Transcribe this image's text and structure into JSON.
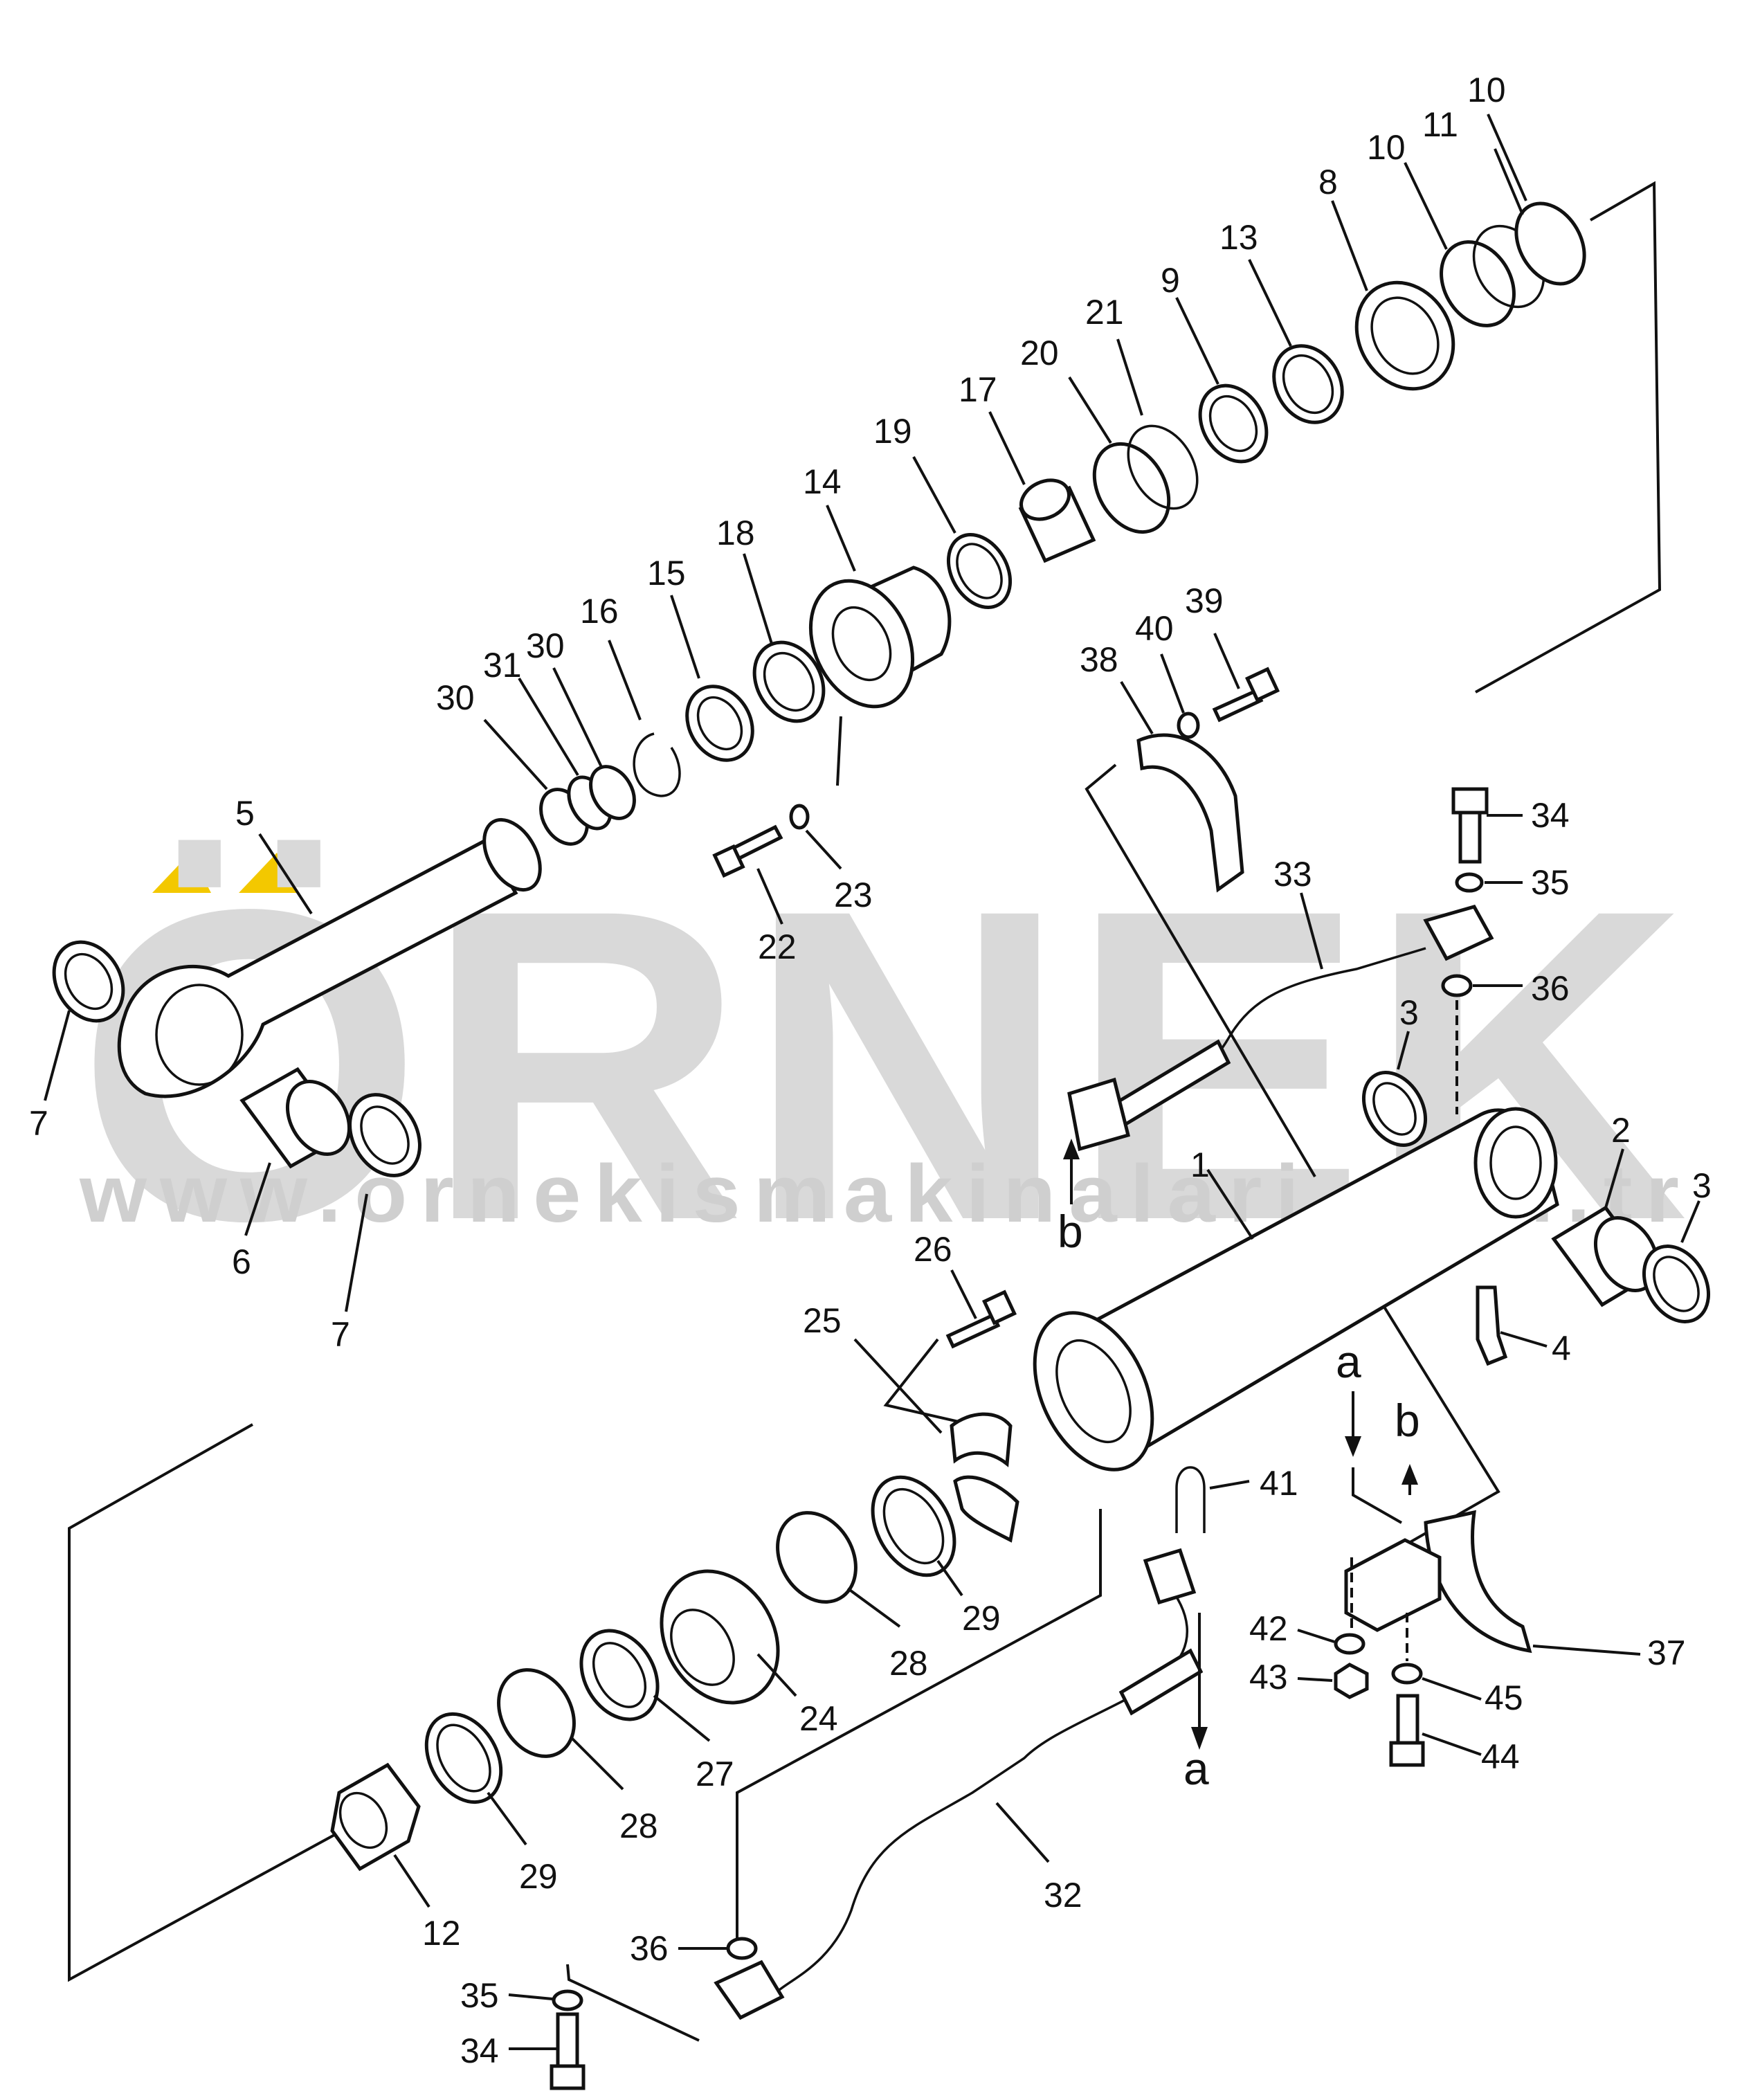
{
  "watermark": {
    "brand": "ÖRNEK",
    "url": "www.ornekismakinalari.com.tr",
    "accent_color": "#f3c800",
    "text_color": "#d6d6d6"
  },
  "callouts": {
    "c1": "1",
    "c2": "2",
    "c3a": "3",
    "c3b": "3",
    "c4": "4",
    "c5": "5",
    "c6": "6",
    "c7a": "7",
    "c7b": "7",
    "c8": "8",
    "c9": "9",
    "c10a": "10",
    "c10b": "10",
    "c11": "11",
    "c12": "12",
    "c13": "13",
    "c14": "14",
    "c15": "15",
    "c16": "16",
    "c17": "17",
    "c18": "18",
    "c19": "19",
    "c20": "20",
    "c21": "21",
    "c22": "22",
    "c23": "23",
    "c24": "24",
    "c25": "25",
    "c26": "26",
    "c27": "27",
    "c28a": "28",
    "c28b": "28",
    "c29a": "29",
    "c29b": "29",
    "c30a": "30",
    "c30b": "30",
    "c31": "31",
    "c32": "32",
    "c33": "33",
    "c34a": "34",
    "c34b": "34",
    "c35a": "35",
    "c35b": "35",
    "c36a": "36",
    "c36b": "36",
    "c37": "37",
    "c38": "38",
    "c39": "39",
    "c40": "40",
    "c41": "41",
    "c42": "42",
    "c43": "43",
    "c44": "44",
    "c45": "45"
  },
  "views": {
    "va1": "a",
    "va2": "a",
    "vb1": "b",
    "vb2": "b"
  }
}
